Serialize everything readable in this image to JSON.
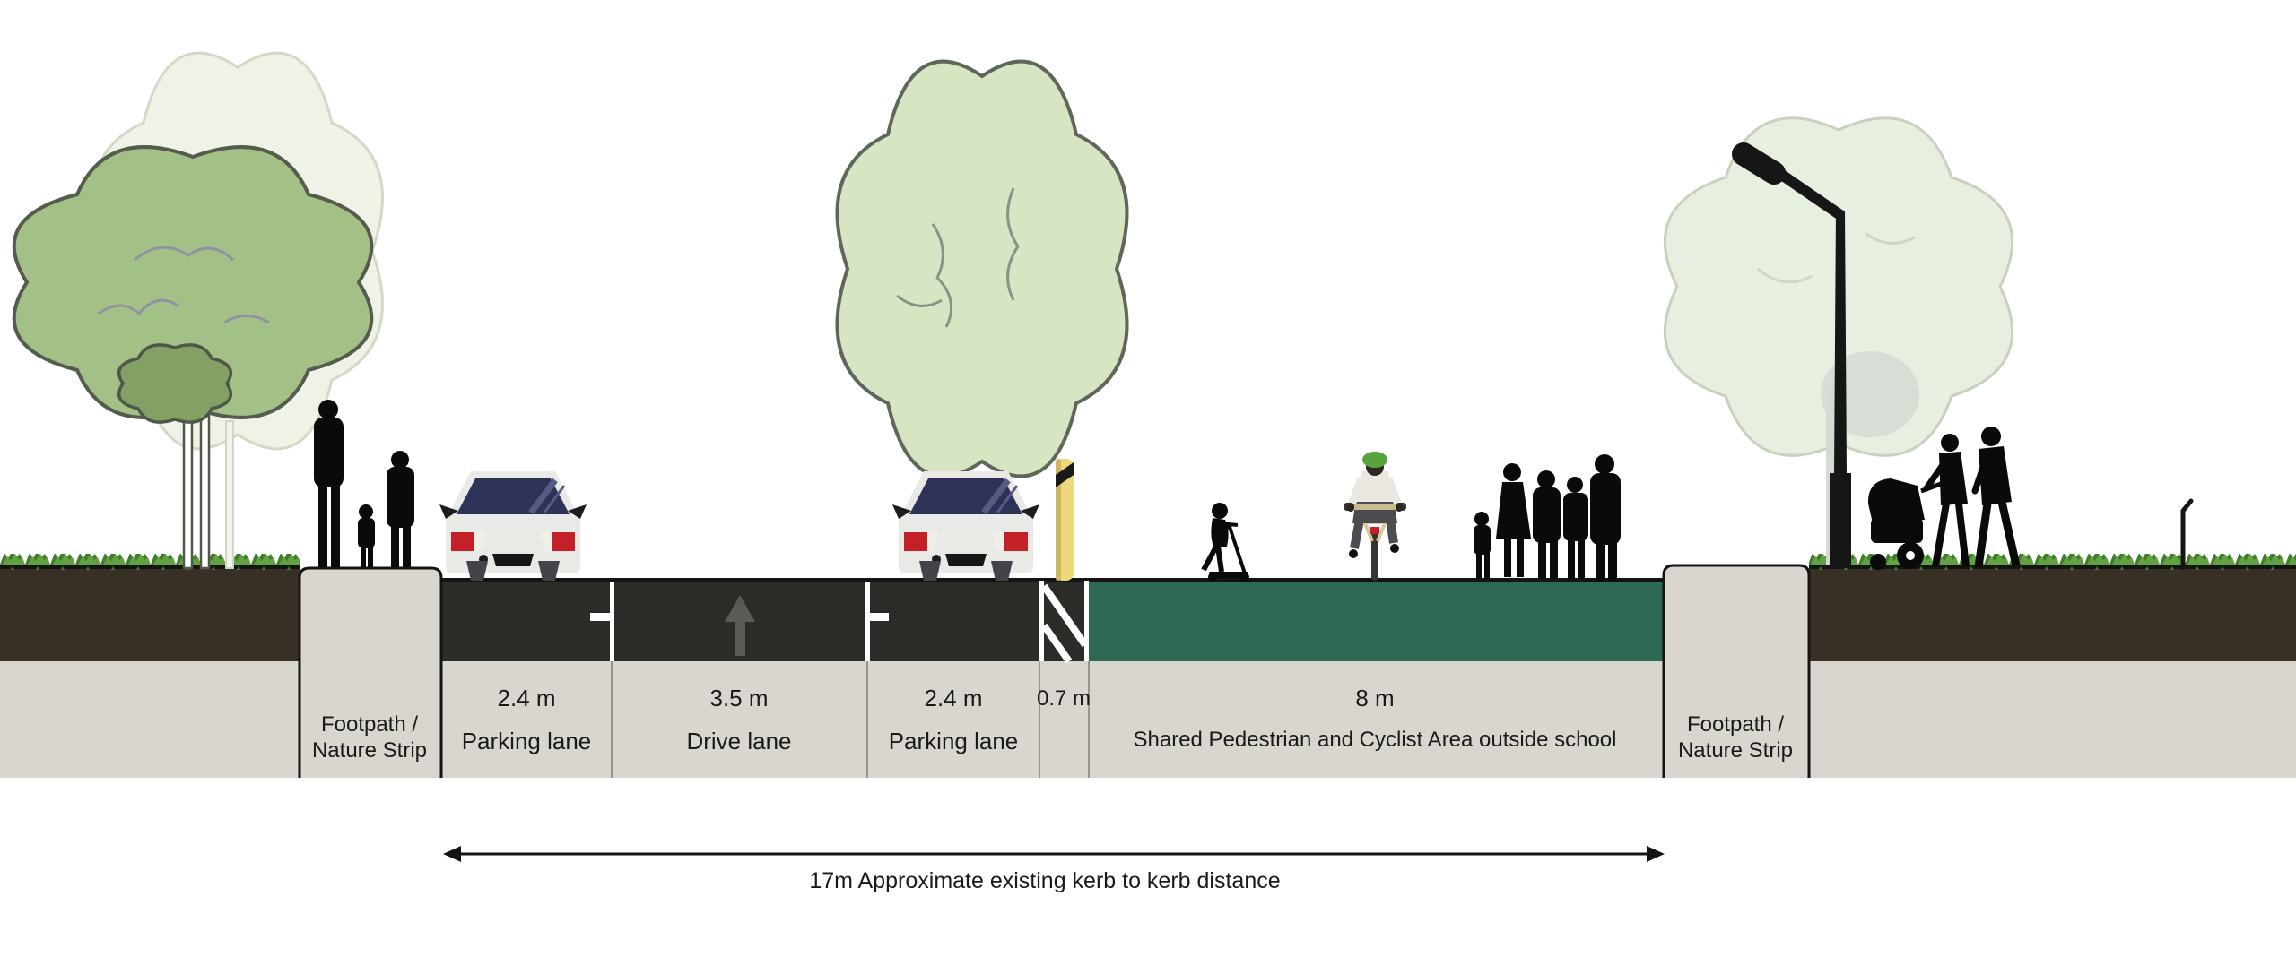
{
  "diagram": {
    "type": "street cross-section",
    "sections": {
      "footpath_left": {
        "line1": "Footpath /",
        "line2": "Nature Strip"
      },
      "parking_lane_1": {
        "width": "2.4 m",
        "name": "Parking lane"
      },
      "drive_lane": {
        "width": "3.5 m",
        "name": "Drive lane"
      },
      "parking_lane_2": {
        "width": "2.4 m",
        "name": "Parking lane"
      },
      "buffer": {
        "width": "0.7 m"
      },
      "shared_area": {
        "width": "8 m",
        "name": "Shared Pedestrian and Cyclist Area outside school"
      },
      "footpath_right": {
        "line1": "Footpath /",
        "line2": "Nature Strip"
      }
    },
    "annotation": {
      "kerb_to_kerb": "17m Approximate existing kerb to kerb distance"
    },
    "scene_icons": [
      "tree-icon",
      "pedestrians-icon",
      "parked-car-icon",
      "drive-lane-arrow-icon",
      "lane-marking-icon",
      "bollard-icon",
      "scooter-child-icon",
      "cyclist-icon",
      "pedestrian-group-icon",
      "street-light-icon",
      "pram-family-icon",
      "sign-pole-icon"
    ],
    "colors": {
      "road": "#2a2c27",
      "shared_area_green": "#2e6a53",
      "soil_brown": "#382f27",
      "label_band_beige": "#d9d6cf",
      "grass_dark": "#3f7d2b",
      "grass_light": "#63a244",
      "tree_green": "#a3c087",
      "tree_pale": "#eef2e7",
      "tree_central": "#d7e5c3",
      "bollard_yellow": "#eed87b",
      "taillight_red": "#c32028",
      "helmet_green": "#55a43c",
      "marking_white": "#ffffff",
      "silhouette_black": "#0a0a0a"
    }
  }
}
